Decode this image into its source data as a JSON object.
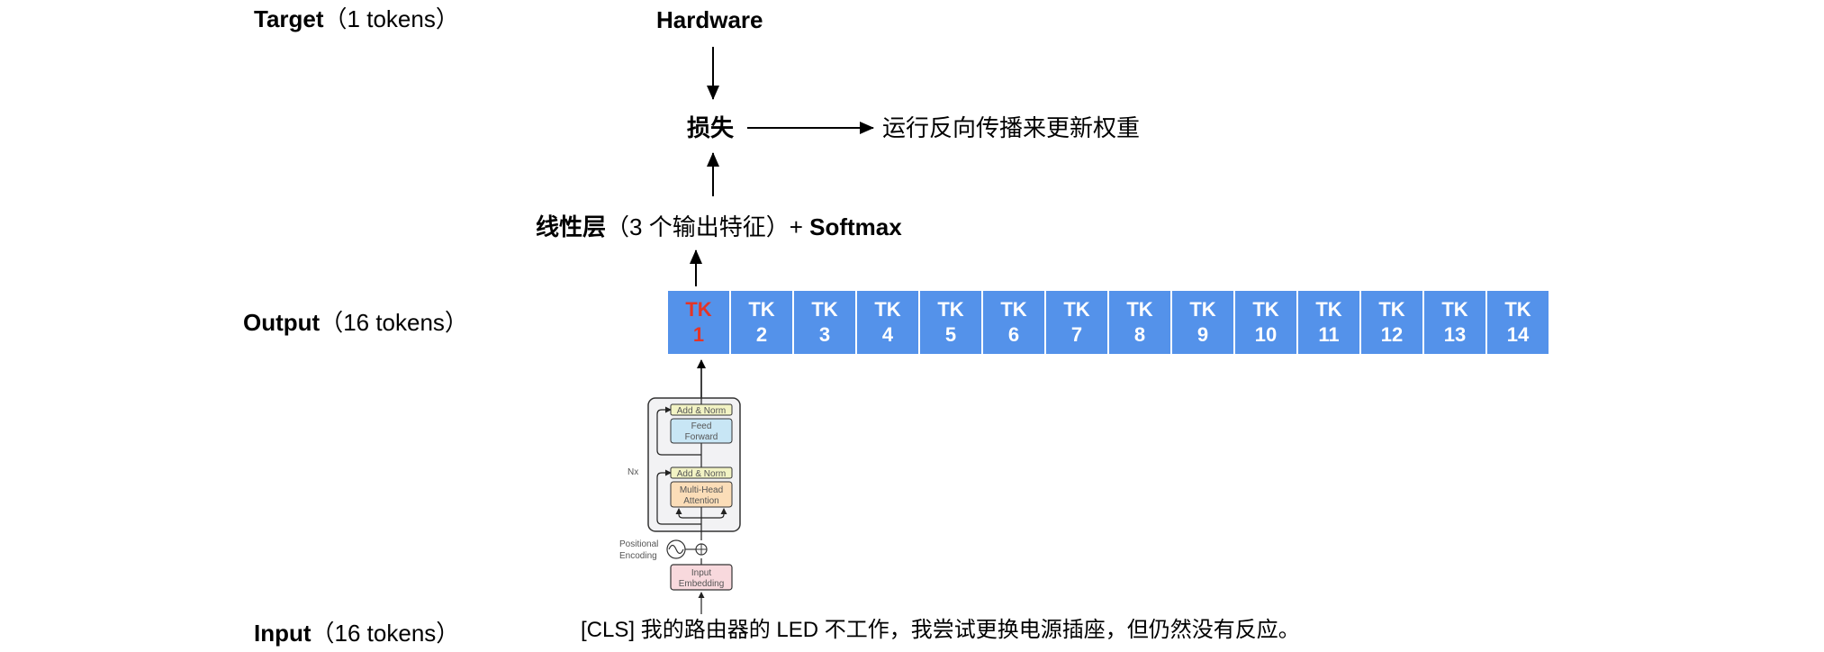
{
  "rows": {
    "target": {
      "label": "Target",
      "paren": "（1 tokens）"
    },
    "output": {
      "label": "Output",
      "paren": "（16 tokens）"
    },
    "input": {
      "label": "Input",
      "paren": "（16 tokens）"
    }
  },
  "nodes": {
    "hardware": "Hardware",
    "loss": "损失",
    "backprop": "运行反向传播来更新权重",
    "linear_bold": "线性层",
    "linear_paren": "（3 个输出特征）+ ",
    "softmax": "Softmax"
  },
  "tokens": [
    {
      "prefix": "TK",
      "num": "1",
      "highlight": true
    },
    {
      "prefix": "TK",
      "num": "2",
      "highlight": false
    },
    {
      "prefix": "TK",
      "num": "3",
      "highlight": false
    },
    {
      "prefix": "TK",
      "num": "4",
      "highlight": false
    },
    {
      "prefix": "TK",
      "num": "5",
      "highlight": false
    },
    {
      "prefix": "TK",
      "num": "6",
      "highlight": false
    },
    {
      "prefix": "TK",
      "num": "7",
      "highlight": false
    },
    {
      "prefix": "TK",
      "num": "8",
      "highlight": false
    },
    {
      "prefix": "TK",
      "num": "9",
      "highlight": false
    },
    {
      "prefix": "TK",
      "num": "10",
      "highlight": false
    },
    {
      "prefix": "TK",
      "num": "11",
      "highlight": false
    },
    {
      "prefix": "TK",
      "num": "12",
      "highlight": false
    },
    {
      "prefix": "TK",
      "num": "13",
      "highlight": false
    },
    {
      "prefix": "TK",
      "num": "14",
      "highlight": false
    }
  ],
  "encoder": {
    "add_norm_top": "Add & Norm",
    "feed_forward": [
      "Feed",
      "Forward"
    ],
    "add_norm_bottom": "Add & Norm",
    "attention": [
      "Multi-Head",
      "Attention"
    ],
    "repeat": "Nx",
    "positional": [
      "Positional",
      "Encoding"
    ],
    "embedding": [
      "Input",
      "Embedding"
    ]
  },
  "input_sentence": "[CLS] 我的路由器的 LED 不工作，我尝试更换电源插座，但仍然没有反应。",
  "colors": {
    "token_bg": "#5492EA",
    "token_text": "#FFFFFF",
    "token_highlight": "#E53426",
    "add_norm": "#F2F3C4",
    "feed_forward": "#C8E6F5",
    "attention": "#FBDDB8",
    "embedding": "#F8D9DD",
    "encoder_bg": "#F2F2F4"
  }
}
